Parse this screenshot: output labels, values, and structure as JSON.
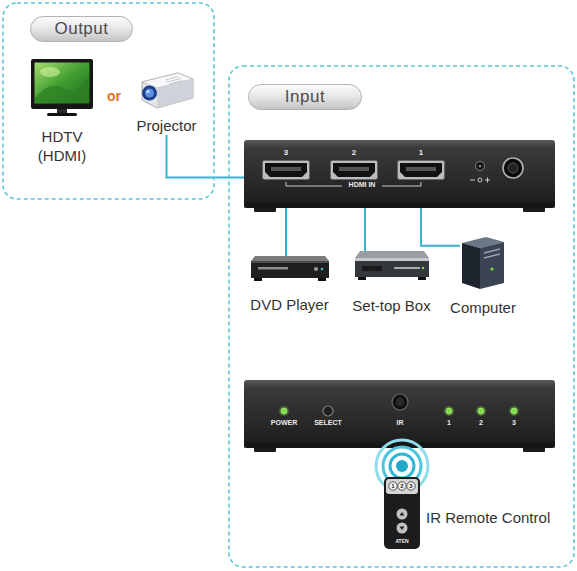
{
  "diagram": {
    "nodes": [
      {
        "text": [
          "Output"
        ]
      },
      {
        "text": [
          "HDTV (HDMI)"
        ],
        "in": 0
      },
      {
        "text": [
          "Projector"
        ],
        "in": 0
      },
      {
        "text": [
          "Input"
        ]
      },
      {
        "text": [
          "HDMI IN"
        ],
        "in": 3
      },
      {
        "text": [
          "3"
        ],
        "in": 4
      },
      {
        "text": [
          "2"
        ],
        "in": 4
      },
      {
        "text": [
          "1"
        ],
        "in": 4
      },
      {
        "text": [
          "DVD Player"
        ],
        "in": 3
      },
      {
        "text": [
          "Set-top Box"
        ],
        "in": 3
      },
      {
        "text": [
          "Computer"
        ],
        "in": 3
      },
      {
        "text": [
          "POWER",
          "SELECT",
          "IR",
          "1",
          "2",
          "3"
        ],
        "in": 3
      },
      {
        "text": [
          "IR Remote Control"
        ],
        "in": 3
      }
    ],
    "edges": [
      {
        "from": 2,
        "to": 4,
        "arrow": "none"
      },
      {
        "from": 5,
        "to": 8,
        "arrow": "none"
      },
      {
        "from": 6,
        "to": 9,
        "arrow": "none"
      },
      {
        "from": 7,
        "to": 10,
        "arrow": "none"
      }
    ],
    "labels": [
      "or",
      "1",
      "2",
      "3",
      "ATEN"
    ]
  }
}
